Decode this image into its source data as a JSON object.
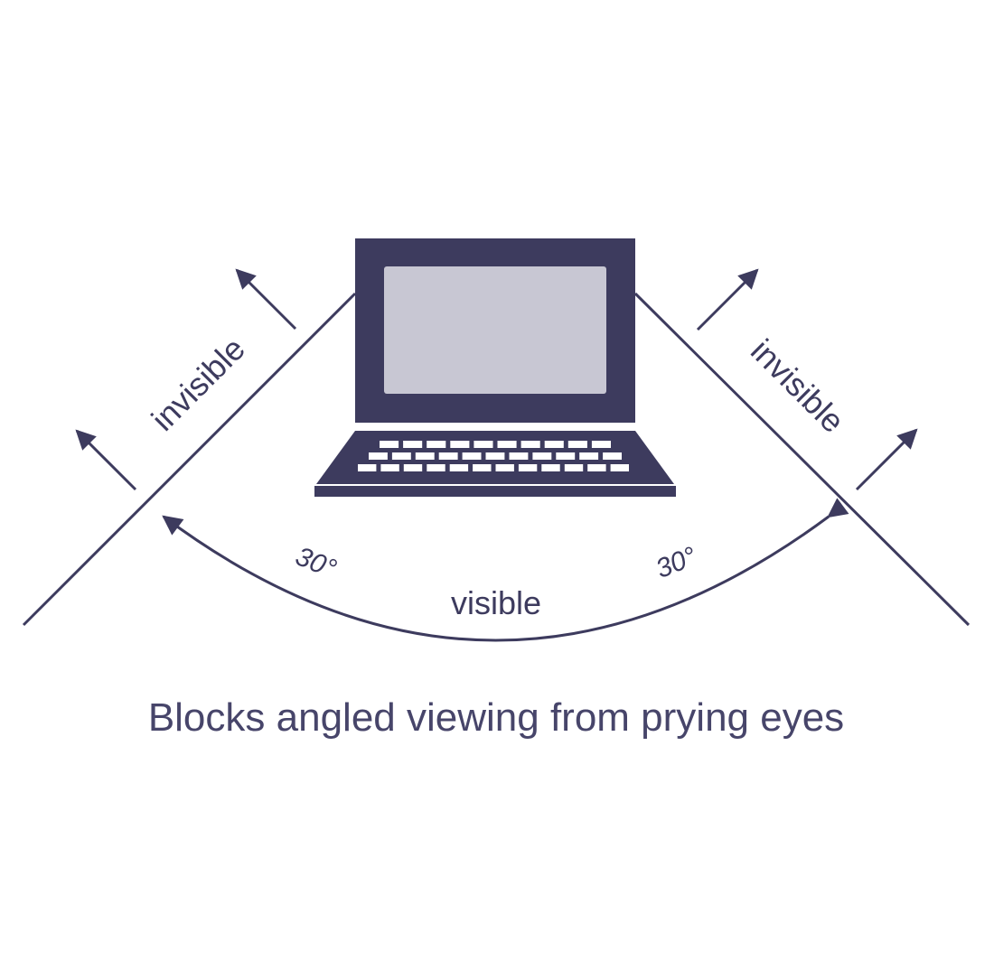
{
  "colors": {
    "ink": "#3d3b5e",
    "screen": "#c8c7d3",
    "background": "#ffffff"
  },
  "diagram": {
    "left_label": "invisible",
    "right_label": "invisible",
    "left_angle": "30°",
    "right_angle": "30°",
    "center_label": "visible",
    "caption": "Blocks angled viewing from prying eyes"
  },
  "icons": [
    "laptop-icon",
    "arrow-up-left-icon",
    "arrow-up-right-icon"
  ]
}
